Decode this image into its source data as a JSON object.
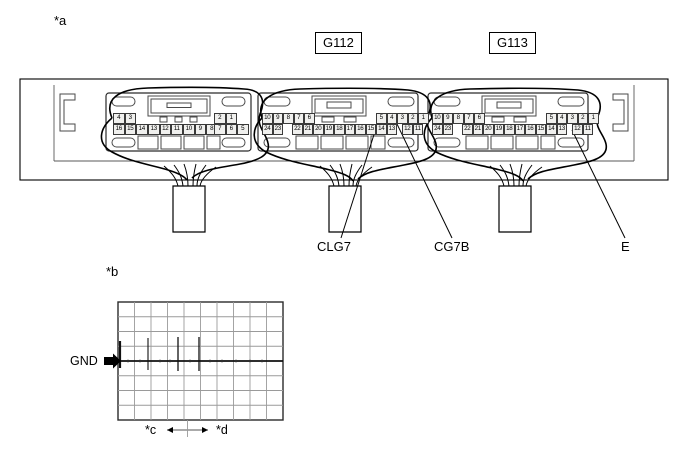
{
  "figure": {
    "note_a": "*a",
    "note_b": "*b"
  },
  "connector_labels": [
    {
      "id": "g112",
      "text": "G112"
    },
    {
      "id": "g113",
      "text": "G113"
    }
  ],
  "callouts": [
    {
      "id": "clg7",
      "text": "CLG7"
    },
    {
      "id": "cg7b",
      "text": "CG7B"
    },
    {
      "id": "e",
      "text": "E"
    }
  ],
  "connectors": [
    {
      "name": "connector-left-16pin",
      "top_groups": [
        {
          "pins": [
            "4",
            "3"
          ]
        },
        {
          "pins": [
            "2",
            "1"
          ]
        }
      ],
      "bottom_groups": [
        {
          "pins": [
            "16",
            "15",
            "14"
          ]
        },
        {
          "pins": [
            "13",
            "12",
            "11"
          ]
        },
        {
          "pins": [
            "10",
            "9",
            "8"
          ]
        },
        {
          "pins": [
            "7",
            "6",
            "5"
          ]
        }
      ]
    },
    {
      "name": "connector-middle-24pin",
      "top_groups": [
        {
          "pins": [
            "10",
            "9",
            "8",
            "7",
            "6"
          ]
        },
        {
          "pins": [
            "5",
            "4",
            "3",
            "2",
            "1"
          ]
        }
      ],
      "bottom_groups": [
        {
          "pins": [
            "24",
            "23"
          ]
        },
        {
          "pins": [
            "22",
            "21",
            "20",
            "19",
            "18",
            "17",
            "16",
            "15",
            "14",
            "13"
          ]
        },
        {
          "pins": [
            "12",
            "11"
          ]
        }
      ]
    },
    {
      "name": "connector-right-24pin",
      "top_groups": [
        {
          "pins": [
            "10",
            "9",
            "8",
            "7",
            "6"
          ]
        },
        {
          "pins": [
            "5",
            "4",
            "3",
            "2",
            "1"
          ]
        }
      ],
      "bottom_groups": [
        {
          "pins": [
            "24",
            "23"
          ]
        },
        {
          "pins": [
            "22",
            "21",
            "20",
            "19",
            "18",
            "17",
            "16",
            "15",
            "14",
            "13"
          ]
        },
        {
          "pins": [
            "12",
            "11"
          ]
        }
      ]
    }
  ],
  "scope": {
    "gnd_label": "GND",
    "marker_c": "*c",
    "marker_d": "*d",
    "grid_cols": 10,
    "grid_rows": 8,
    "waveform": {
      "baseline_row": 4,
      "pulse_positions": [
        1.8,
        3.6,
        4.9
      ],
      "pulse_up_height": 1.55,
      "pulse_down_height": 0.55
    }
  },
  "colors": {
    "line": "#000000",
    "grid": "#9a9a9a",
    "pin_fill": "#f0f0ee",
    "pin_border": "#3a3a3a",
    "housing_line": "#3c3c3c"
  }
}
